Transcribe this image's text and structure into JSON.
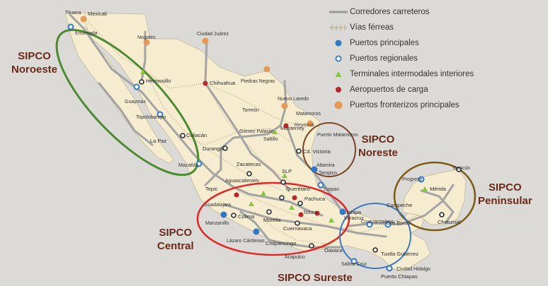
{
  "legend": {
    "items": [
      {
        "label": "Corredores carreteros",
        "icon": "highway-line-icon",
        "color": "#9a9a9a"
      },
      {
        "label": "Vías férreas",
        "icon": "railway-line-icon",
        "color": "#b9a584"
      },
      {
        "label": "Puertos principales",
        "icon": "filled-circle-icon",
        "color": "#2f78c4"
      },
      {
        "label": "Puertos regionales",
        "icon": "ring-circle-icon",
        "color": "#2f78c4"
      },
      {
        "label": "Terminales intermodales interiores",
        "icon": "triangle-icon",
        "color": "#86c442"
      },
      {
        "label": "Aeropuertos de carga",
        "icon": "filled-circle-icon",
        "color": "#b8282a"
      },
      {
        "label": "Puertos fronterizos principales",
        "icon": "filled-circle-icon",
        "color": "#e59a58"
      }
    ]
  },
  "regions": [
    {
      "line1": "SIPCO",
      "line2": "Noroeste",
      "color": "#4e8a32"
    },
    {
      "line1": "SIPCO",
      "line2": "Noreste",
      "color": "#7a4520"
    },
    {
      "line1": "SIPCO",
      "line2": "Peninsular",
      "color": "#7a5c15"
    },
    {
      "line1": "SIPCO",
      "line2": "Central",
      "color": "#e02828"
    },
    {
      "line1": "SIPCO Sureste",
      "line2": "",
      "color": "#3f78c0"
    }
  ],
  "cities": {
    "tijuana": "Tijuana",
    "mexicali": "Mexicali",
    "ensenada": "Ensenada",
    "nogales": "Nogales",
    "ciudad_juarez": "Ciudad Juárez",
    "hermosillo": "Hermosillo",
    "chihuahua": "Chihuahua",
    "guaymas": "Guaymas",
    "topolobampo": "Topolobampo",
    "piedras_negras": "Piedras Negras",
    "nuevo_laredo": "Nuevo Laredo",
    "torreon": "Torreón",
    "matamoros": "Matamoros",
    "reynosa": "Reynosa",
    "monterrey": "Monterrey",
    "culiacan": "Culiacán",
    "la_paz": "La Paz",
    "gomez_palacio": "Gómez Palacio",
    "saltillo": "Saltillo",
    "durango": "Durango",
    "puerto_matamoros": "Puerto Matamoros",
    "cd_victoria": "Cd. Victoria",
    "altamira": "Altamira",
    "tampico": "Tampico",
    "mazatlan": "Mazatlán",
    "zacatecas": "Zacatecas",
    "slp": "SLP",
    "aguascalientes": "Aguascalientes",
    "tuxpan": "Tuxpan",
    "tepic": "Tepic",
    "queretaro": "Querétaro",
    "guadalajara": "Guadalajara",
    "pachuca": "Pachuca",
    "jalapa": "Jalapa",
    "veracruz": "Veracruz",
    "manzanillo": "Manzanillo",
    "colima": "Colima",
    "morelia": "Morelia",
    "toluca": "Toluca",
    "cuernavaca": "Cuernavaca",
    "coatzacoalcos": "Coatzacoalcos",
    "dos_bocas": "Dos Bocas",
    "campeche": "Campeche",
    "progreso": "Progreso",
    "merida": "Mérida",
    "cancun": "Cancún",
    "chetumal": "Chetumal",
    "lazaro_cardenas": "Lázaro Cárdenas",
    "chilpancingo": "Chilpancingo",
    "oaxaca": "Oaxaca",
    "acapulco": "Acapulco",
    "tuxtla": "Tuxtla Gutiérrez",
    "salina_cruz": "Salina Cruz",
    "ciudad_hidalgo": "Ciudad Hidalgo",
    "puerto_chiapas": "Puerto Chiapas"
  },
  "colors": {
    "land": "#f6ecd0",
    "land_edge": "#c9bfa5",
    "sea": "#dcdad7",
    "highway": "#a3a3a3",
    "rail": "#b9a584",
    "main_port": "#2f78c4",
    "cargo_airport": "#b8282a",
    "border_port": "#e59a58",
    "terminal": "#86c442",
    "city_dot": "#2b2b2b"
  }
}
